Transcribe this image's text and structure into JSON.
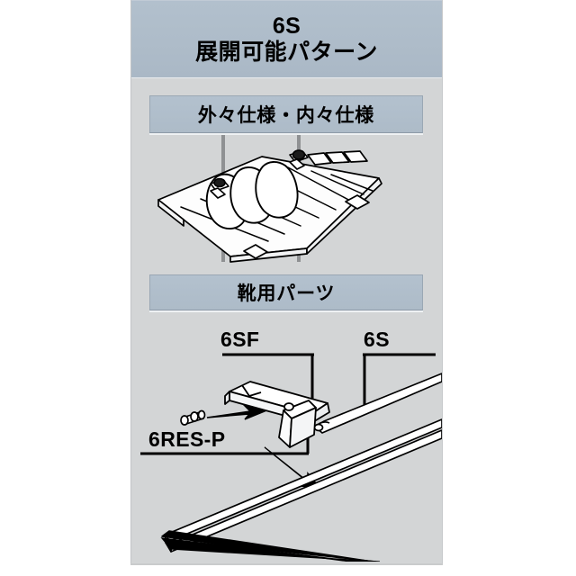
{
  "page": {
    "background_color": "#ffffff",
    "panel_color": "#d3d5d6",
    "accent_color": "#aebccb",
    "text_color": "#000000"
  },
  "header": {
    "title_main": "6S",
    "title_sub": "展開可能パターン"
  },
  "sections": [
    {
      "id": "spec-variants",
      "label": "外々仕様・内々仕様",
      "figure_name": "grating-clamp-assembly-isometric"
    },
    {
      "id": "shoe-parts",
      "label": "靴用パーツ",
      "figure_name": "shoe-bracket-exploded-isometric"
    }
  ],
  "callouts": [
    {
      "id": "6sf",
      "label": "6SF"
    },
    {
      "id": "6s",
      "label": "6S"
    },
    {
      "id": "6res-p",
      "label": "6RES-P"
    }
  ]
}
